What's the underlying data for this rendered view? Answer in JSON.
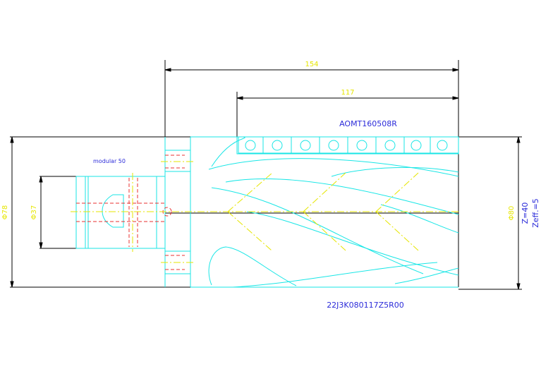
{
  "title": "",
  "colors": {
    "background": "#ffffff",
    "outline": "#000000",
    "geometry": "#19e6e6",
    "dimension": "#e6e600",
    "label": "#2b2bd9",
    "hidden": "#e83030"
  },
  "dimensions": {
    "overall_length": "154",
    "cutting_length": "117",
    "flange_diameter": "Φ78",
    "bore_diameter": "Φ37",
    "cutter_diameter": "Φ80"
  },
  "labels": {
    "insert_code": "AOMT160508R",
    "arbor": "modular 50",
    "teeth_count": "Z=40",
    "effective_teeth": "Zeff.=5",
    "part_number": "22J3K080117Z5R00"
  }
}
